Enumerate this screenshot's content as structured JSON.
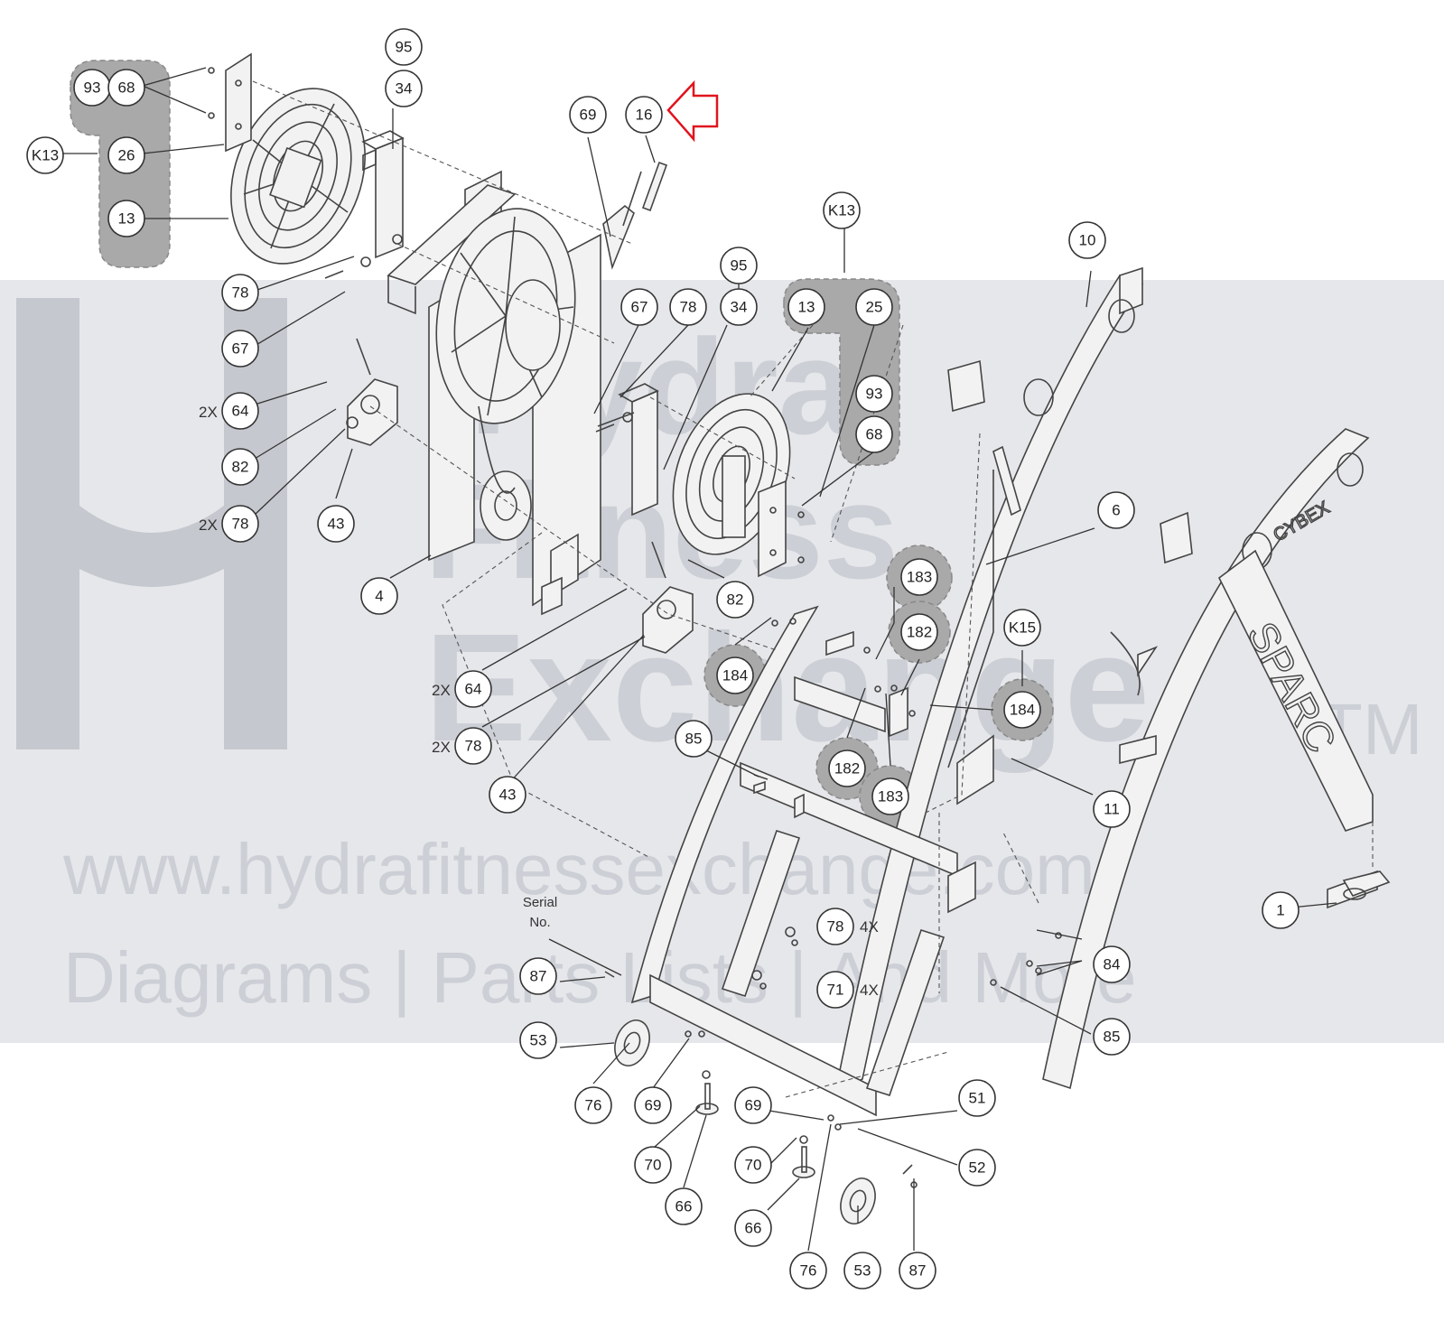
{
  "watermark": {
    "brand_line1": "Hydra",
    "brand_line2": "Fitness",
    "brand_line3": "Exchange",
    "trademark": "TM",
    "url": "www.hydrafitnessexchange.com",
    "tagline": "Diagrams | Parts Lists | And More"
  },
  "labels": {
    "serial_line1": "Serial",
    "serial_line2": "No.",
    "frame_brand": "CYBEX",
    "frame_model": "SPARC"
  },
  "highlight_color": "#e0141e",
  "callouts": [
    {
      "id": "c-93a",
      "text": "93"
    },
    {
      "id": "c-68a",
      "text": "68"
    },
    {
      "id": "c-k13a",
      "text": "K13"
    },
    {
      "id": "c-26",
      "text": "26"
    },
    {
      "id": "c-13a",
      "text": "13"
    },
    {
      "id": "c-95a",
      "text": "95"
    },
    {
      "id": "c-34a",
      "text": "34"
    },
    {
      "id": "c-69a",
      "text": "69"
    },
    {
      "id": "c-16",
      "text": "16"
    },
    {
      "id": "c-k13b",
      "text": "K13"
    },
    {
      "id": "c-10",
      "text": "10"
    },
    {
      "id": "c-95b",
      "text": "95"
    },
    {
      "id": "c-67a",
      "text": "67"
    },
    {
      "id": "c-78a",
      "text": "78"
    },
    {
      "id": "c-34b",
      "text": "34"
    },
    {
      "id": "c-13b",
      "text": "13"
    },
    {
      "id": "c-25",
      "text": "25"
    },
    {
      "id": "c-93b",
      "text": "93"
    },
    {
      "id": "c-68b",
      "text": "68"
    },
    {
      "id": "c-78b",
      "text": "78"
    },
    {
      "id": "c-67b",
      "text": "67"
    },
    {
      "id": "c-64a",
      "text": "64"
    },
    {
      "id": "c-82a",
      "text": "82"
    },
    {
      "id": "c-78c",
      "text": "78"
    },
    {
      "id": "c-43a",
      "text": "43"
    },
    {
      "id": "c-6",
      "text": "6"
    },
    {
      "id": "c-4",
      "text": "4"
    },
    {
      "id": "c-183a",
      "text": "183"
    },
    {
      "id": "c-182a",
      "text": "182"
    },
    {
      "id": "c-k15",
      "text": "K15"
    },
    {
      "id": "c-82b",
      "text": "82"
    },
    {
      "id": "c-184a",
      "text": "184"
    },
    {
      "id": "c-184b",
      "text": "184"
    },
    {
      "id": "c-64b",
      "text": "64"
    },
    {
      "id": "c-78d",
      "text": "78"
    },
    {
      "id": "c-85a",
      "text": "85"
    },
    {
      "id": "c-182b",
      "text": "182"
    },
    {
      "id": "c-183b",
      "text": "183"
    },
    {
      "id": "c-11",
      "text": "11"
    },
    {
      "id": "c-43b",
      "text": "43"
    },
    {
      "id": "c-1",
      "text": "1"
    },
    {
      "id": "c-78e",
      "text": "78"
    },
    {
      "id": "c-84",
      "text": "84"
    },
    {
      "id": "c-87a",
      "text": "87"
    },
    {
      "id": "c-71",
      "text": "71"
    },
    {
      "id": "c-85b",
      "text": "85"
    },
    {
      "id": "c-53a",
      "text": "53"
    },
    {
      "id": "c-51",
      "text": "51"
    },
    {
      "id": "c-76a",
      "text": "76"
    },
    {
      "id": "c-69b",
      "text": "69"
    },
    {
      "id": "c-69c",
      "text": "69"
    },
    {
      "id": "c-70a",
      "text": "70"
    },
    {
      "id": "c-70b",
      "text": "70"
    },
    {
      "id": "c-52",
      "text": "52"
    },
    {
      "id": "c-66a",
      "text": "66"
    },
    {
      "id": "c-66b",
      "text": "66"
    },
    {
      "id": "c-76b",
      "text": "76"
    },
    {
      "id": "c-53b",
      "text": "53"
    },
    {
      "id": "c-87b",
      "text": "87"
    }
  ],
  "multipliers": [
    {
      "id": "m-64a",
      "text": "2X"
    },
    {
      "id": "m-78c",
      "text": "2X"
    },
    {
      "id": "m-64b",
      "text": "2X"
    },
    {
      "id": "m-78d",
      "text": "2X"
    },
    {
      "id": "m-78e",
      "text": "4X"
    },
    {
      "id": "m-71",
      "text": "4X"
    }
  ]
}
